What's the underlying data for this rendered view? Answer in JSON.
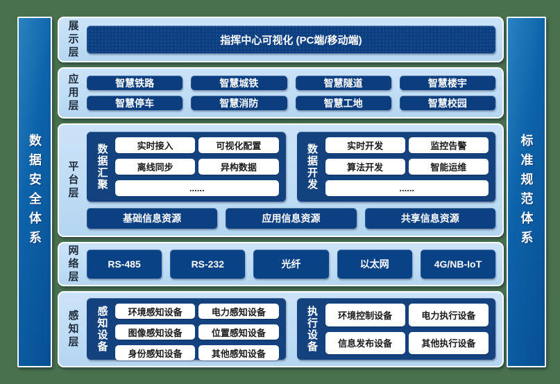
{
  "colors": {
    "background_green": "#4A714E",
    "panel_light_blue": "#BEDCF5",
    "box_navy": "#0B3D7F",
    "subpanel_navy": "#14427F",
    "pillar_blue": "#0B5EA4",
    "white_box_text": "#1B1B1B",
    "layer_label_text": "#1D2B3A"
  },
  "pillars": {
    "left": {
      "label": "数据安全体系"
    },
    "right": {
      "label": "标准规范体系"
    }
  },
  "layers": {
    "presentation": {
      "label": "展示层",
      "title": "指挥中心可视化 (PC端/移动端)"
    },
    "application": {
      "label": "应用层",
      "items": [
        "智慧铁路",
        "智慧城铁",
        "智慧隧道",
        "智慧楼宇",
        "智慧停车",
        "智慧消防",
        "智慧工地",
        "智慧校园"
      ]
    },
    "platform": {
      "label": "平台层",
      "groups": [
        {
          "label": "数据汇聚",
          "items": [
            "实时接入",
            "可视化配置",
            "离线同步",
            "异构数据"
          ],
          "more": "......"
        },
        {
          "label": "数据开发",
          "items": [
            "实时开发",
            "监控告警",
            "算法开发",
            "智能运维"
          ],
          "more": "......"
        }
      ],
      "resources": [
        "基础信息资源",
        "应用信息资源",
        "共享信息资源"
      ]
    },
    "network": {
      "label": "网络层",
      "items": [
        "RS-485",
        "RS-232",
        "光纤",
        "以太网",
        "4G/NB-IoT"
      ]
    },
    "perception": {
      "label": "感知层",
      "groups": [
        {
          "label": "感知设备",
          "items": [
            "环境感知设备",
            "电力感知设备",
            "图像感知设备",
            "位置感知设备",
            "身份感知设备",
            "其他感知设备"
          ]
        },
        {
          "label": "执行设备",
          "items": [
            "环境控制设备",
            "电力执行设备",
            "信息发布设备",
            "其他执行设备"
          ]
        }
      ]
    }
  }
}
